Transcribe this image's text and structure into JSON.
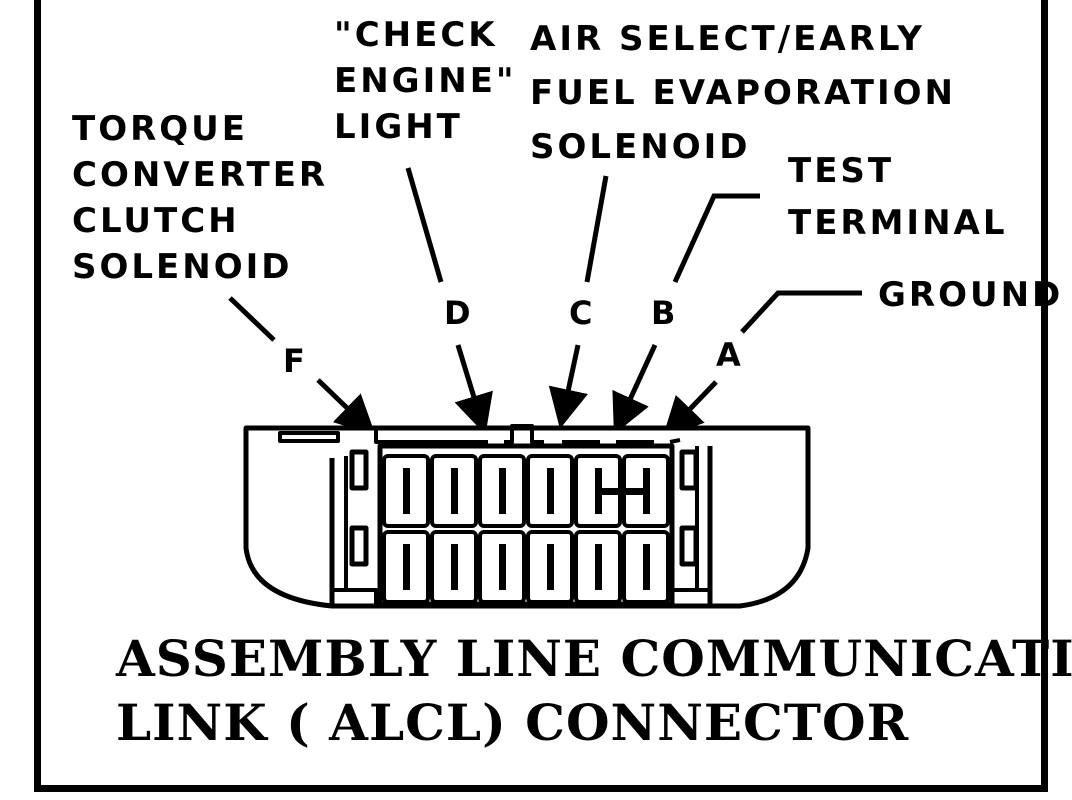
{
  "labels": {
    "check_engine": [
      "\"CHECK",
      "ENGINE\"",
      "LIGHT"
    ],
    "air_select": [
      "AIR SELECT/EARLY",
      "FUEL EVAPORATION",
      "SOLENOID"
    ],
    "torque_converter": [
      "TORQUE",
      "CONVERTER",
      "CLUTCH",
      "SOLENOID"
    ],
    "test_terminal": [
      "TEST",
      "TERMINAL"
    ],
    "ground": "GROUND"
  },
  "pins": {
    "f": "F",
    "d": "D",
    "c": "C",
    "b": "B",
    "a": "A"
  },
  "caption": [
    "ASSEMBLY LINE COMMUNICATION",
    "LINK ( ALCL) CONNECTOR"
  ]
}
